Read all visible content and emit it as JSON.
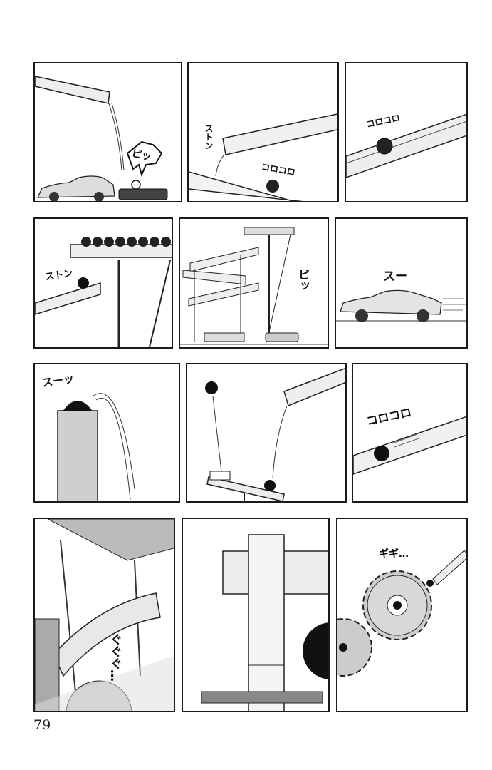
{
  "page": {
    "type": "manga page",
    "page_number": "79",
    "background": "#ffffff",
    "ink": "#111111"
  },
  "panels": [
    {
      "id": 1,
      "scene": "ball falls from chute onto button beside toy car",
      "sfx": "ピッ"
    },
    {
      "id": 2,
      "scene": "ball drops from chute onto lower ramp and rolls",
      "sfx": [
        "ストン",
        "コロコロ"
      ]
    },
    {
      "id": 3,
      "scene": "ball rolling down rail",
      "sfx": "コロコロ"
    },
    {
      "id": 4,
      "scene": "ball drops onto ramp below tray of balls",
      "sfx": "ストン"
    },
    {
      "id": 5,
      "scene": "string tugs as toy car pulls, tray tips",
      "sfx": "ビッ"
    },
    {
      "id": 6,
      "scene": "toy car glides along floor",
      "sfx": "スー"
    },
    {
      "id": 7,
      "scene": "ball pops out of tube top and arcs away",
      "sfx": "スーッ"
    },
    {
      "id": 8,
      "scene": "ball lands on seesaw, another ball launched",
      "sfx": ""
    },
    {
      "id": 9,
      "scene": "ball rolling down rail",
      "sfx": "コロコロ"
    },
    {
      "id": 10,
      "scene": "curved ramp under shelf creaks",
      "sfx": "ぐぐぐ…"
    },
    {
      "id": 11,
      "scene": "bamboo pole with gears turning",
      "sfx": ""
    },
    {
      "id": 12,
      "scene": "ball presses gears into motion",
      "sfx": "ギギ…"
    }
  ]
}
